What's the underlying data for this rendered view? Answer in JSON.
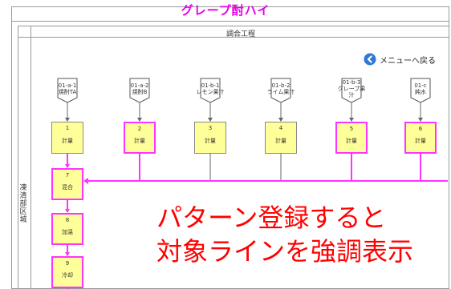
{
  "header": {
    "title": "グレープ酎ハイ",
    "subtitle": "調合工程"
  },
  "menu": {
    "back_label": "メニューへ戻る"
  },
  "lane": {
    "label": "凍\n清\n部\n区\n城"
  },
  "materials": [
    {
      "code": "01-a-1",
      "name": "焼酎TA"
    },
    {
      "code": "01-a-2",
      "name": "焼酎B"
    },
    {
      "code": "01-b-1",
      "name": "レモン果汁"
    },
    {
      "code": "01-b-2",
      "name": "ライム果汁"
    },
    {
      "code": "01-b-3",
      "name": "グレープ果汁"
    },
    {
      "code": "01-c",
      "name": "純水"
    }
  ],
  "measure_steps": [
    {
      "num": "1",
      "name": "計量",
      "highlighted": false
    },
    {
      "num": "2",
      "name": "計量",
      "highlighted": true
    },
    {
      "num": "3",
      "name": "計量",
      "highlighted": false
    },
    {
      "num": "4",
      "name": "計量",
      "highlighted": false
    },
    {
      "num": "5",
      "name": "計量",
      "highlighted": true
    },
    {
      "num": "6",
      "name": "計量",
      "highlighted": true
    }
  ],
  "process_steps": [
    {
      "num": "7",
      "name": "混合"
    },
    {
      "num": "8",
      "name": "加温"
    },
    {
      "num": "9",
      "name": "冷却"
    }
  ],
  "annotation": {
    "line1": "パターン登録すると",
    "line2": "対象ラインを強調表示"
  },
  "colors": {
    "highlight": "#ff33ff",
    "box_fill": "#ffff99",
    "arrow": "#a040ff",
    "annotation": "#ff0000"
  }
}
